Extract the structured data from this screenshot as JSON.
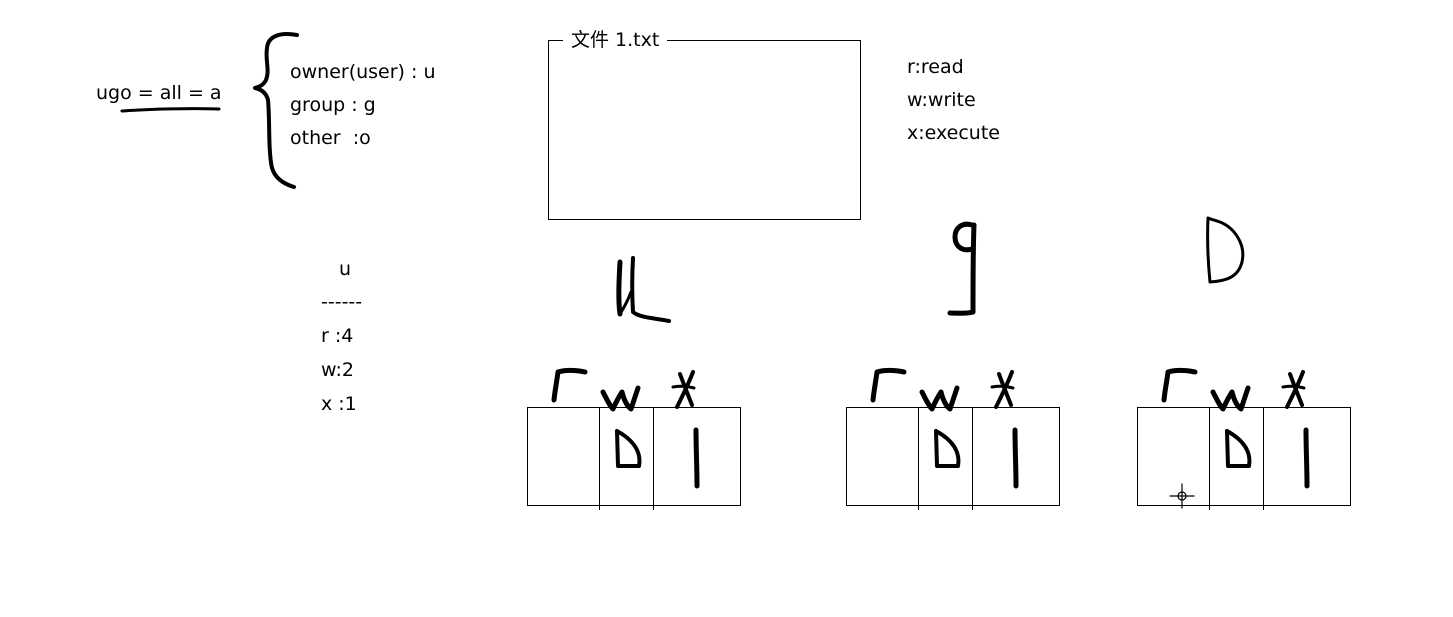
{
  "ugo_equation": {
    "text": "ugo = all = a"
  },
  "brace_items": [
    {
      "label": "owner(user) : u"
    },
    {
      "label": "group : g"
    },
    {
      "label": "other  :o"
    }
  ],
  "file_box": {
    "title": "文件 1.txt"
  },
  "permission_legend": [
    {
      "label": "r:read"
    },
    {
      "label": "w:write"
    },
    {
      "label": "x:execute"
    }
  ],
  "value_table": {
    "header": "u",
    "separator": "------",
    "rows": [
      {
        "label": "r :4"
      },
      {
        "label": "w:2"
      },
      {
        "label": "x :1"
      }
    ]
  },
  "groups": [
    {
      "letter": "u",
      "columns": [
        "r",
        "w",
        "x"
      ],
      "bits": [
        "",
        "0",
        "1"
      ]
    },
    {
      "letter": "g",
      "columns": [
        "r",
        "w",
        "x"
      ],
      "bits": [
        "",
        "0",
        "1"
      ]
    },
    {
      "letter": "o",
      "columns": [
        "r",
        "w",
        "x"
      ],
      "bits": [
        "",
        "0",
        "1"
      ]
    }
  ]
}
